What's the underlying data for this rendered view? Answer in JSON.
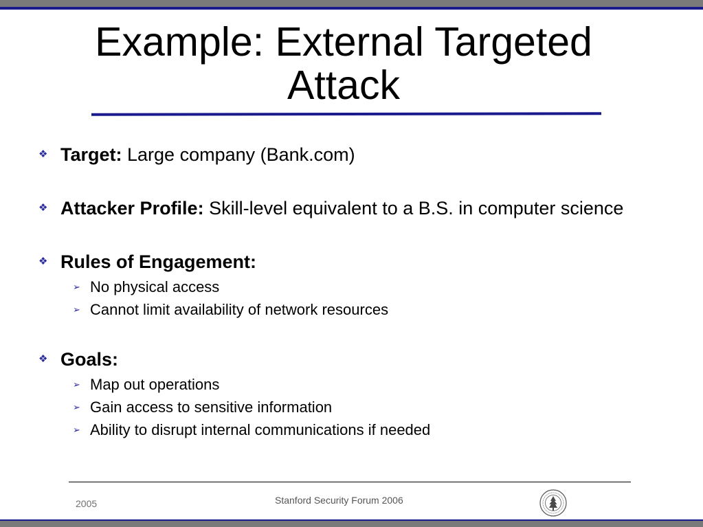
{
  "slide": {
    "title_line1": "Example: External Targeted",
    "title_line2": "Attack",
    "bullets": [
      {
        "label": "Target:",
        "text": " Large company (Bank.com)",
        "subitems": []
      },
      {
        "label": "Attacker Profile:",
        "text": " Skill-level equivalent to a B.S. in computer science",
        "subitems": []
      },
      {
        "label": "Rules of Engagement:",
        "text": "",
        "subitems": [
          "No physical access",
          "Cannot limit availability of network resources"
        ]
      },
      {
        "label": "Goals:",
        "text": "",
        "subitems": [
          "Map out operations",
          "Gain access to sensitive information",
          "Ability to disrupt internal communications if needed"
        ]
      }
    ]
  },
  "footer": {
    "year": "2005",
    "center": "Stanford Security Forum 2006"
  },
  "icons": {
    "bullet": "diamond-bullet-icon",
    "sub_bullet": "arrow-bullet-icon",
    "seal": "stanford-seal-icon"
  },
  "colors": {
    "accent": "#1a1a8c",
    "frame": "#7a7a7a"
  }
}
